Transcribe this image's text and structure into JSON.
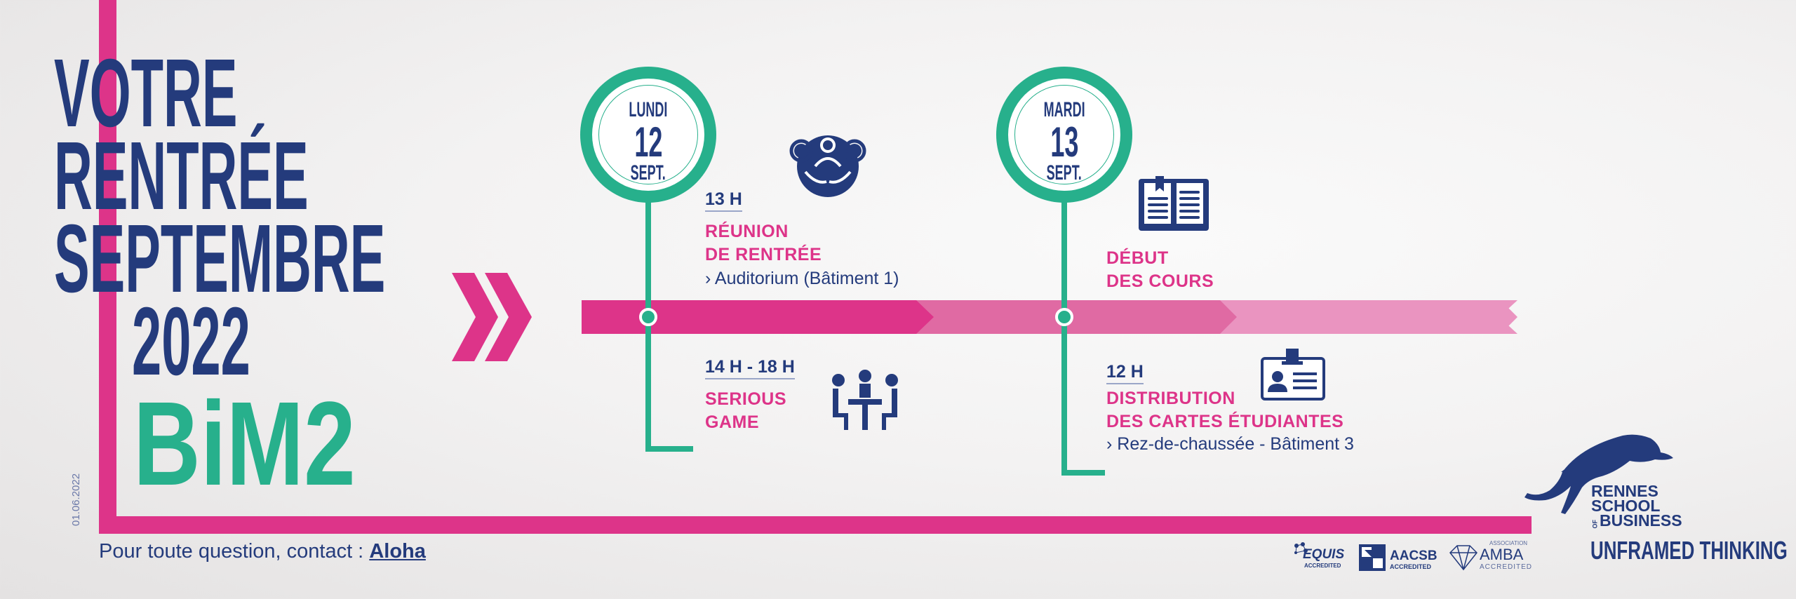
{
  "title": {
    "lines": [
      "VOTRE",
      "RENTRÉE",
      "SEPTEMBRE",
      "2022"
    ],
    "program": "BiM2"
  },
  "date_stamp": "01.06.2022",
  "contact": {
    "text": "Pour toute question, contact :",
    "link": "Aloha"
  },
  "days": [
    {
      "day": "LUNDI",
      "number": "12",
      "month": "SEPT."
    },
    {
      "day": "MARDI",
      "number": "13",
      "month": "SEPT."
    }
  ],
  "events": [
    {
      "time": "13 H",
      "title": [
        "RÉUNION",
        "DE RENTRÉE"
      ],
      "location": "Auditorium (Bâtiment 1)",
      "icon": "meeting-icon"
    },
    {
      "time": "14 H - 18 H",
      "title": [
        "SERIOUS",
        "GAME"
      ],
      "icon": "team-table-icon"
    },
    {
      "title": [
        "DÉBUT",
        "DES COURS"
      ],
      "icon": "open-book-icon"
    },
    {
      "time": "12 H",
      "title": [
        "DISTRIBUTION",
        "DES CARTES ÉTUDIANTES"
      ],
      "location": "Rez-de-chaussée - Bâtiment 3",
      "icon": "id-card-icon"
    }
  ],
  "logo": {
    "lines": [
      "RENNES",
      "SCHOOL",
      "OF",
      "BUSINESS"
    ],
    "tagline": "UNFRAMED THINKING"
  },
  "accreditations": [
    {
      "name": "EQUIS",
      "sub": "ACCREDITED"
    },
    {
      "name": "AACSB",
      "sub": "ACCREDITED"
    },
    {
      "name": "AMBA",
      "sub": "ACCREDITED",
      "top": "ASSOCIATION"
    }
  ],
  "colors": {
    "navy": "#243b7c",
    "pink": "#dd3489",
    "pink_mid": "#e06aa3",
    "pink_light": "#ea94c0",
    "green": "#27b08c"
  }
}
